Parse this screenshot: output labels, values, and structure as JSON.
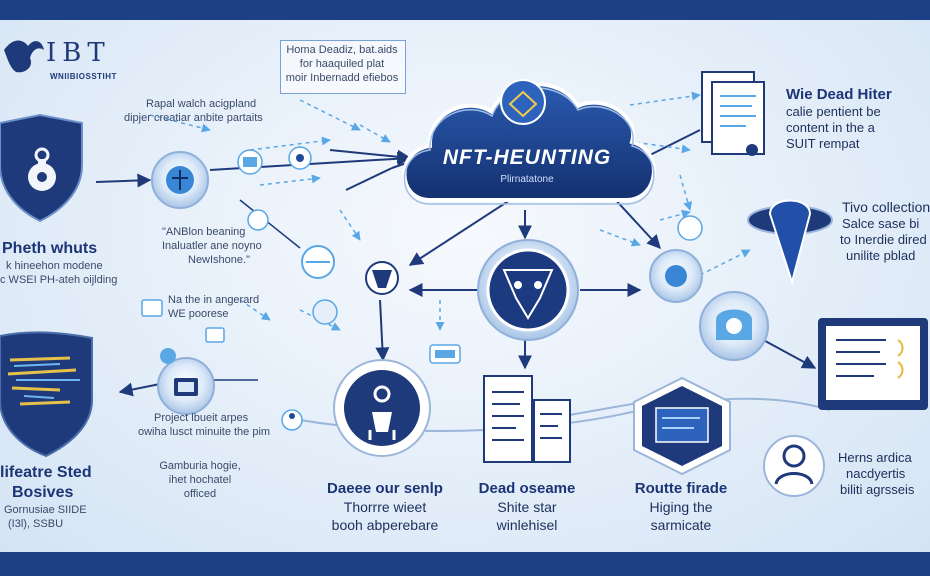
{
  "brand": {
    "title": "IBT",
    "subtitle": "WNIIBIOSSTIHT"
  },
  "cloud": {
    "title": "NFT-HEUNTING",
    "subtitle": "Plirnatatone"
  },
  "callout_top": {
    "lines": [
      "Homa Deadiz, bat.aids",
      "for haaquiled plat",
      "moir Inbernadd efiebos"
    ]
  },
  "note_top_left": {
    "lines": [
      "Rapal walch acigpland",
      "dipjer creatiar anbite partaits"
    ]
  },
  "note_mid_left": {
    "lines": [
      "\"ANBlon beaning",
      "Inaluatler ane noyno",
      "NewIshone.\""
    ]
  },
  "note_mid_left2": {
    "lines": [
      "Na the in angerard",
      "WE poorese"
    ]
  },
  "note_project": {
    "lines": [
      "Project lbueit arpes",
      "owiha lusct minuite the pim"
    ]
  },
  "note_gamburia": {
    "lines": [
      "Gamburia hogie,",
      "ihet hochatel",
      "officed"
    ]
  },
  "left_panel_1": {
    "title": "Pheth whuts",
    "lines": [
      "k hineehon modene",
      "c WSEI PH-ateh oijlding"
    ]
  },
  "left_panel_2": {
    "title_lines": [
      "lifeatre Sted",
      "Bosives"
    ],
    "lines": [
      "Gornusiae SIIDE",
      "(I3l), SSBU"
    ]
  },
  "right_top": {
    "title": "Wie Dead Hiter",
    "lines": [
      "calie pentient be",
      "content in the a",
      "SUIT rempat"
    ]
  },
  "right_mid": {
    "lines": [
      "Tivo collection",
      "Salce sase bi",
      "to Inerdie dired",
      "unilite pblad"
    ]
  },
  "right_bottom": {
    "lines": [
      "Herns ardica",
      "nacdyertis",
      "biliti agrsseis"
    ]
  },
  "bottom_1": {
    "title": "Daeee our senlp",
    "lines": [
      "Thorrre wieet",
      "booh abperebare"
    ]
  },
  "bottom_2": {
    "title": "Dead oseame",
    "lines": [
      "Shite star",
      "winlehisel"
    ]
  },
  "bottom_3": {
    "title": "Routte firade",
    "lines": [
      "Higing the",
      "sarmicate"
    ]
  },
  "colors": {
    "navy": "#1d3f86",
    "primary": "#1e4a9a",
    "accent": "#4a9be0",
    "light": "#e9f1fa"
  }
}
